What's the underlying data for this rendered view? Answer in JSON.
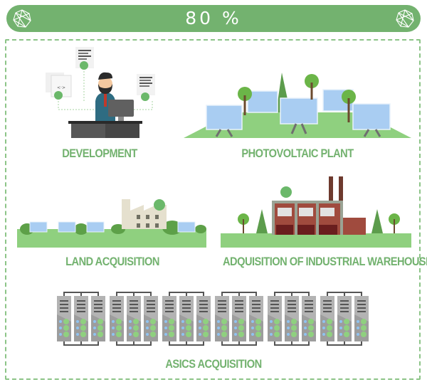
{
  "progress": {
    "label": "80 %",
    "value_percent": 80,
    "logo_icon": "network-polyhedron-icon"
  },
  "colors": {
    "accent": "#73b26f",
    "dashed_border": "#8cc487",
    "caption": "#73b26f"
  },
  "sections": [
    {
      "id": "development",
      "label": "DEVELOPMENT"
    },
    {
      "id": "photovoltaic",
      "label": "PHOTOVOLTAIC PLANT"
    },
    {
      "id": "land",
      "label": "LAND ACQUISITION"
    },
    {
      "id": "warehouse",
      "label": "ADQUISITION OF INDUSTRIAL WAREHOUSE"
    },
    {
      "id": "asics",
      "label": "ASICS ACQUISITION"
    }
  ],
  "asics": {
    "groups": 6,
    "servers_per_group": 3
  }
}
